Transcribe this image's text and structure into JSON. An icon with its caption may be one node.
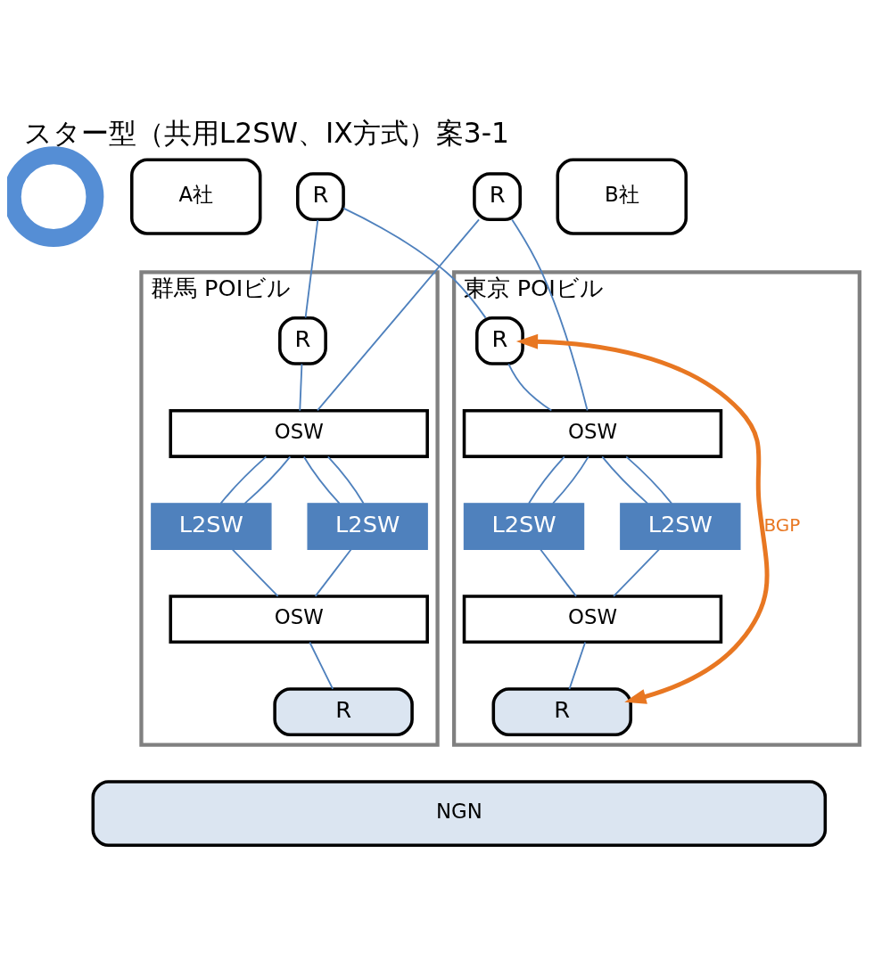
{
  "diagram": {
    "title": "スター型（共用L2SW、IX方式）案3-1",
    "nodes": [
      {
        "text": [],
        "shape": "circle"
      },
      {
        "text": [
          "A社"
        ]
      },
      {
        "text": [
          "R"
        ]
      },
      {
        "text": [
          "B社"
        ]
      },
      {
        "text": [
          "R"
        ]
      },
      {
        "text": [
          "群馬 POIビル"
        ]
      },
      {
        "text": [
          "R"
        ],
        "in": 5
      },
      {
        "text": [
          "OSW"
        ],
        "in": 5
      },
      {
        "text": [
          "L2SW"
        ],
        "in": 5
      },
      {
        "text": [
          "L2SW"
        ],
        "in": 5
      },
      {
        "text": [
          "OSW"
        ],
        "in": 5
      },
      {
        "text": [
          "R"
        ],
        "in": 5
      },
      {
        "text": [
          "東京 POIビル"
        ]
      },
      {
        "text": [
          "R"
        ],
        "in": 12
      },
      {
        "text": [
          "OSW"
        ],
        "in": 12
      },
      {
        "text": [
          "L2SW"
        ],
        "in": 12
      },
      {
        "text": [
          "L2SW"
        ],
        "in": 12
      },
      {
        "text": [
          "OSW"
        ],
        "in": 12
      },
      {
        "text": [
          "R"
        ],
        "in": 12
      },
      {
        "text": [
          "NGN"
        ]
      }
    ],
    "edges": [
      {
        "from": 2,
        "to": 7,
        "arrow": "none"
      },
      {
        "from": 4,
        "to": 6,
        "arrow": "none"
      },
      {
        "from": 6,
        "to": 7,
        "arrow": "none"
      },
      {
        "from": 7,
        "to": 8,
        "arrow": "none"
      },
      {
        "from": 7,
        "to": 9,
        "arrow": "none"
      },
      {
        "from": 7,
        "to": 8,
        "arrow": "none"
      },
      {
        "from": 7,
        "to": 9,
        "arrow": "none"
      },
      {
        "from": 8,
        "to": 10,
        "arrow": "none"
      },
      {
        "from": 9,
        "to": 10,
        "arrow": "none"
      },
      {
        "from": 10,
        "to": 11,
        "arrow": "none"
      },
      {
        "from": 2,
        "to": 14,
        "arrow": "none"
      },
      {
        "from": 4,
        "to": 13,
        "arrow": "none"
      },
      {
        "from": 13,
        "to": 14,
        "arrow": "none"
      },
      {
        "from": 14,
        "to": 15,
        "arrow": "none"
      },
      {
        "from": 14,
        "to": 16,
        "arrow": "none"
      },
      {
        "from": 14,
        "to": 15,
        "arrow": "none"
      },
      {
        "from": 14,
        "to": 16,
        "arrow": "none"
      },
      {
        "from": 15,
        "to": 17,
        "arrow": "none"
      },
      {
        "from": 16,
        "to": 17,
        "arrow": "none"
      },
      {
        "from": 17,
        "to": 18,
        "arrow": "none"
      },
      {
        "from": 13,
        "to": 18,
        "arrow": "both",
        "label": "BGP",
        "style": "thick",
        "color": "#e87722"
      }
    ]
  }
}
